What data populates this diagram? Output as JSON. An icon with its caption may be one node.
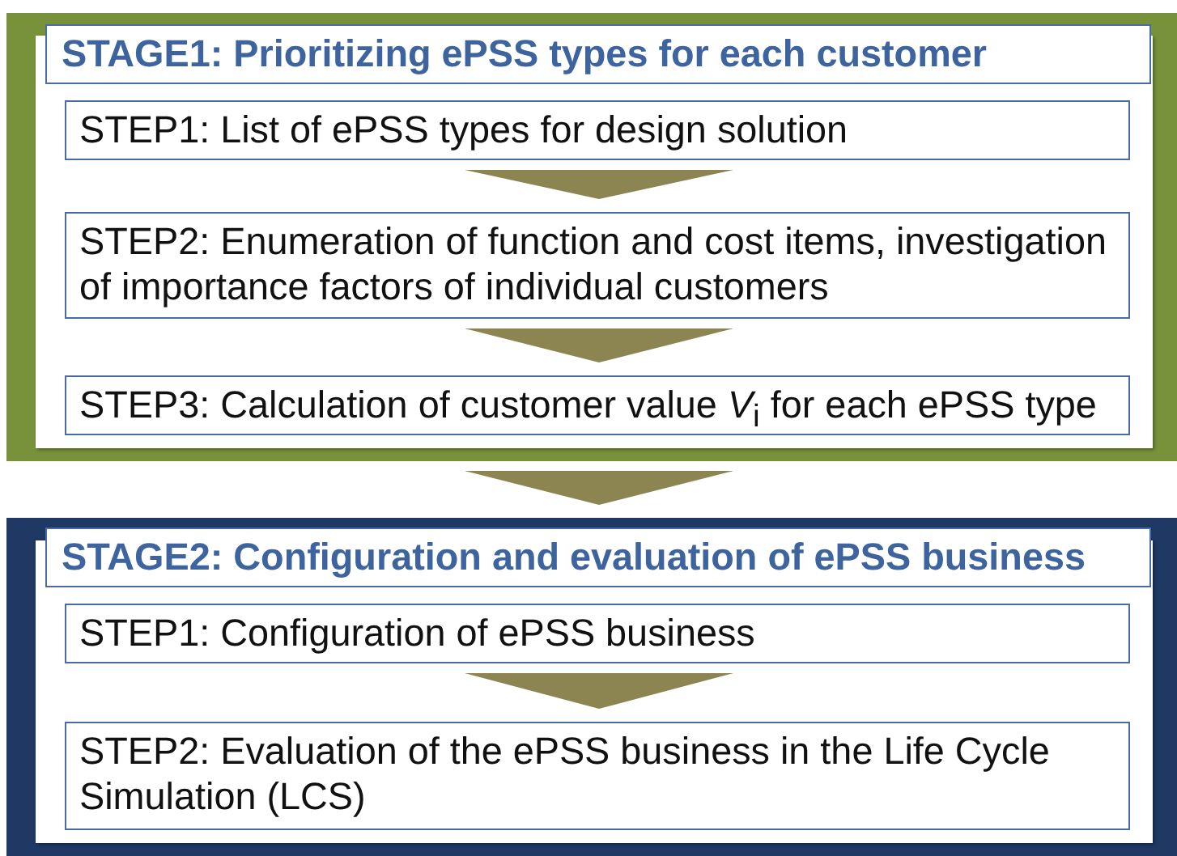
{
  "diagram": {
    "nodes": [
      {
        "text": [],
        "shape": "box"
      },
      {
        "text": [
          "STAGE1: Prioritizing ePSS types for each customer"
        ],
        "in": 0
      },
      {
        "text": [
          "STEP1: List of ePSS types for design solution"
        ],
        "in": 0
      },
      {
        "text": [
          "STEP2: Enumeration of function and cost items, investigation of importance factors of individual customers"
        ],
        "in": 0
      },
      {
        "text": [
          "STEP3: Calculation of customer value *V*$_{i}$  for each ePSS type"
        ],
        "in": 0
      },
      {
        "text": [],
        "shape": "box"
      },
      {
        "text": [
          "STAGE2: Configuration and evaluation of ePSS business"
        ],
        "in": 5
      },
      {
        "text": [
          "STEP1: Configuration of ePSS business"
        ],
        "in": 5
      },
      {
        "text": [
          "STEP2: Evaluation of  the ePSS business in the Life Cycle Simulation (LCS)"
        ],
        "in": 5
      }
    ],
    "edges": [
      {
        "from": 2,
        "to": 3,
        "arrow": "to"
      },
      {
        "from": 3,
        "to": 4,
        "arrow": "to"
      },
      {
        "from": 0,
        "to": 5,
        "arrow": "to"
      },
      {
        "from": 7,
        "to": 8,
        "arrow": "to"
      }
    ]
  }
}
